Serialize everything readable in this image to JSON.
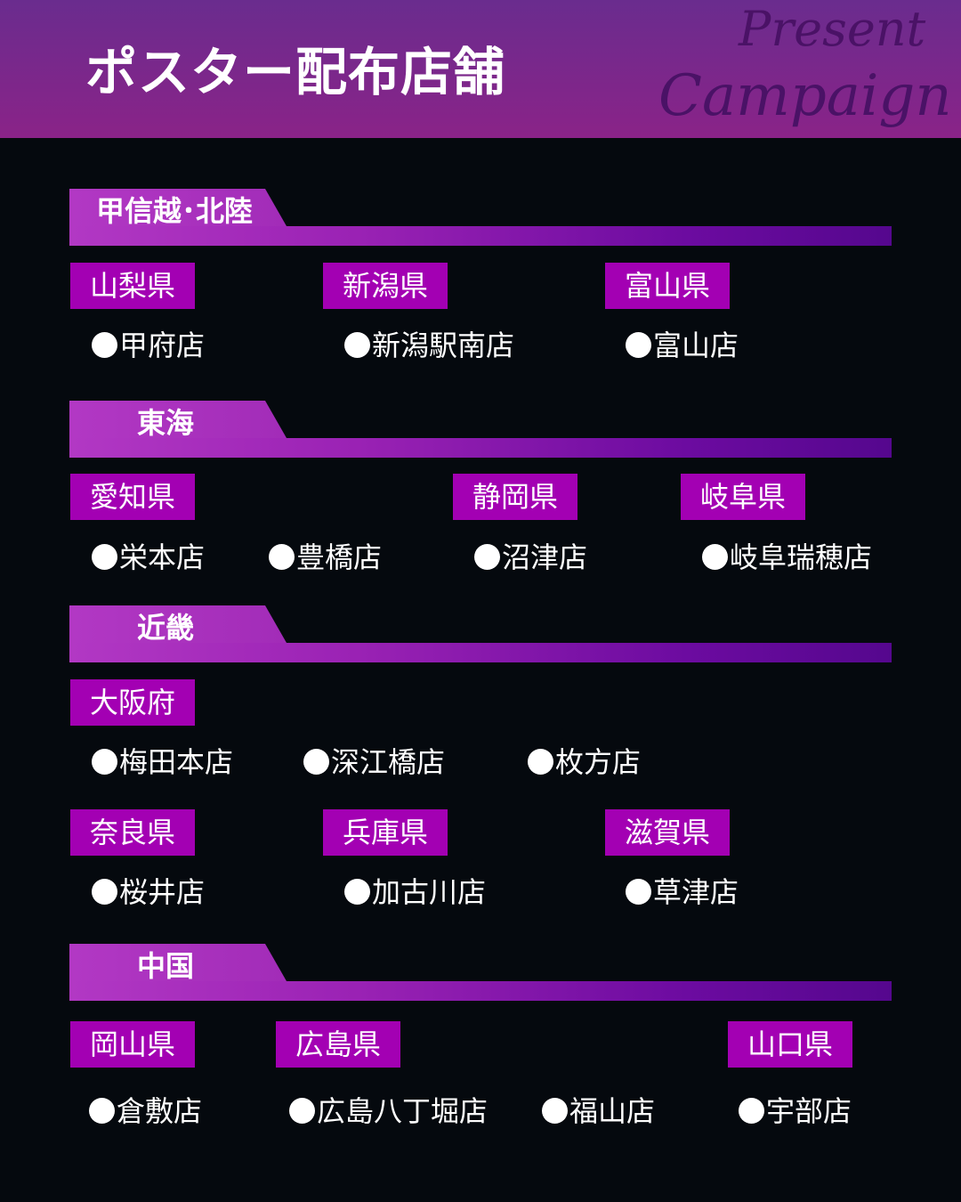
{
  "header": {
    "title": "ポスター配布店舗",
    "script_line1": "Present",
    "script_line2": "Campaign"
  },
  "sections": [
    {
      "title": "甲信越･北陸",
      "rows": [
        {
          "prefectures": [
            "山梨県",
            "新潟県",
            "富山県"
          ],
          "stores": [
            "甲府店",
            "新潟駅南店",
            "富山店"
          ]
        }
      ]
    },
    {
      "title": "東海",
      "rows": [
        {
          "prefectures": [
            "愛知県",
            "静岡県",
            "岐阜県"
          ],
          "stores": [
            "栄本店",
            "豊橋店",
            "沼津店",
            "岐阜瑞穂店"
          ]
        }
      ]
    },
    {
      "title": "近畿",
      "rows": [
        {
          "prefectures": [
            "大阪府"
          ],
          "stores": [
            "梅田本店",
            "深江橋店",
            "枚方店"
          ]
        },
        {
          "prefectures": [
            "奈良県",
            "兵庫県",
            "滋賀県"
          ],
          "stores": [
            "桜井店",
            "加古川店",
            "草津店"
          ]
        }
      ]
    },
    {
      "title": "中国",
      "rows": [
        {
          "prefectures": [
            "岡山県",
            "広島県",
            "山口県"
          ],
          "stores": [
            "倉敷店",
            "広島八丁堀店",
            "福山店",
            "宇部店"
          ]
        }
      ]
    }
  ]
}
